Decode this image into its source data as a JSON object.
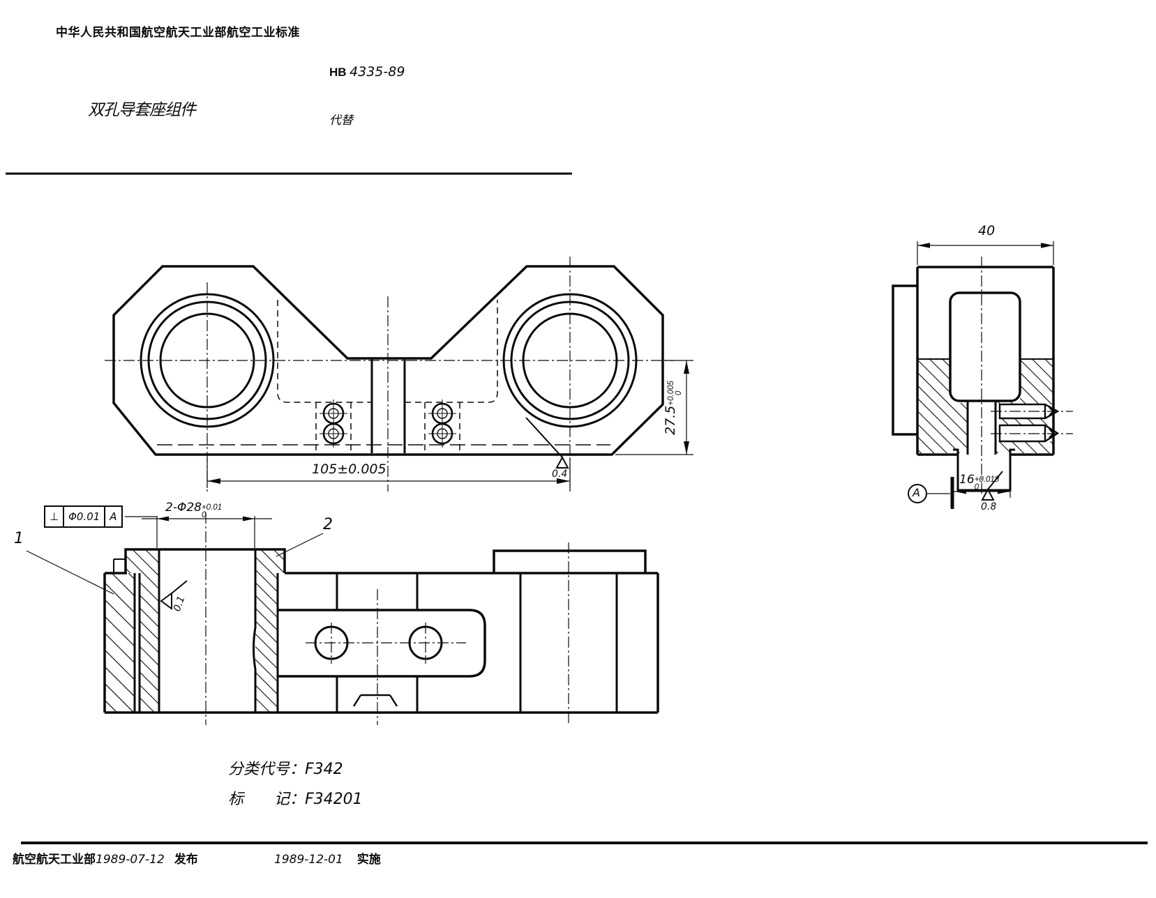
{
  "header": {
    "standard_org_line": "中华人民共和国航空航天工业部航空工业标准",
    "standard_code_prefix": "HB",
    "standard_code_number": "4335-89",
    "drawing_title": "双孔导套座组件",
    "replaces_label": "代替"
  },
  "front_view": {
    "dim_center_distance": "105±0.005",
    "dim_height_value": "27.5",
    "dim_height_tol_upper": "+0.005",
    "dim_height_tol_lower": "0",
    "roughness_bottom": "0.4"
  },
  "side_view": {
    "dim_width": "40",
    "dim_tongue_value": "16",
    "dim_tongue_tol_upper": "+0.018",
    "dim_tongue_tol_lower": "0",
    "datum_label": "A",
    "roughness_tongue": "0.8"
  },
  "section_view": {
    "fcf_symbol": "⊥",
    "fcf_tolerance": "Φ0.01",
    "fcf_datum": "A",
    "dim_bore_value": "2-Φ28",
    "dim_bore_tol_upper": "+0.01",
    "dim_bore_tol_lower": "0",
    "roughness_bore": "0.1",
    "item_1": "1",
    "item_2": "2"
  },
  "notes": {
    "class_code_label": "分类代号：",
    "class_code_value": "F342",
    "mark_label": "标　　记：",
    "mark_value": "F34201"
  },
  "footer": {
    "issuer": "航空航天工业部",
    "issue_date": "1989-07-12",
    "issue_label": "发布",
    "impl_date": "1989-12-01",
    "impl_label": "实施"
  }
}
